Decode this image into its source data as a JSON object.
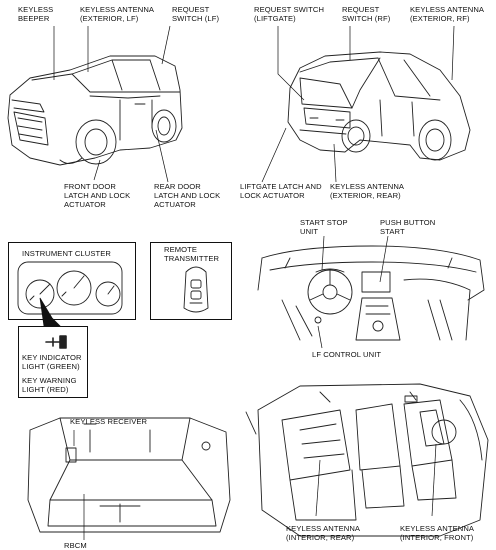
{
  "labels": {
    "keyless_beeper": "KEYLESS\nBEEPER",
    "antenna_ext_lf": "KEYLESS ANTENNA\n(EXTERIOR, LF)",
    "request_switch_lf": "REQUEST\nSWITCH (LF)",
    "request_switch_liftgate": "REQUEST SWITCH\n(LIFTGATE)",
    "request_switch_rf": "REQUEST\nSWITCH (RF)",
    "antenna_ext_rf": "KEYLESS ANTENNA\n(EXTERIOR, RF)",
    "front_door_actuator": "FRONT DOOR\nLATCH AND LOCK\nACTUATOR",
    "rear_door_actuator": "REAR DOOR\nLATCH AND LOCK\nACTUATOR",
    "liftgate_actuator": "LIFTGATE LATCH AND\nLOCK ACTUATOR",
    "antenna_ext_rear": "KEYLESS ANTENNA\n(EXTERIOR, REAR)",
    "instrument_cluster": "INSTRUMENT CLUSTER",
    "remote_transmitter": "REMOTE\nTRANSMITTER",
    "start_stop_unit": "START STOP\nUNIT",
    "push_button_start": "PUSH BUTTON\nSTART",
    "key_indicator_light": "KEY INDICATOR\nLIGHT (GREEN)",
    "key_warning_light": "KEY WARNING\nLIGHT (RED)",
    "lf_control_unit": "LF CONTROL UNIT",
    "keyless_receiver": "KEYLESS RECEIVER",
    "rbcm": "RBCM",
    "antenna_int_rear": "KEYLESS ANTENNA\n(INTERIOR, REAR)",
    "antenna_int_front": "KEYLESS ANTENNA\n(INTERIOR, FRONT)"
  }
}
